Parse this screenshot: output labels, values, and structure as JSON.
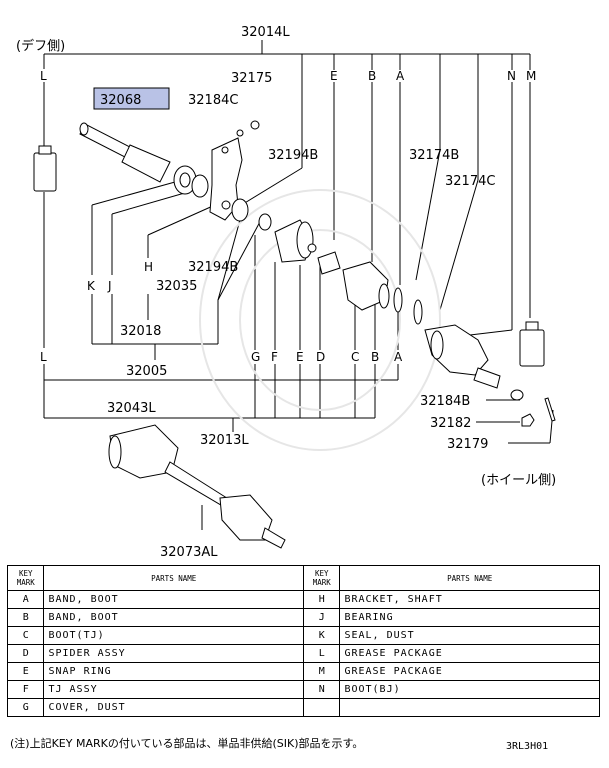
{
  "header": {
    "diff_side": "(デフ側)",
    "wheel_side": "(ホイール側)"
  },
  "callouts": {
    "p32014L": "32014L",
    "p32068": "32068",
    "p32175": "32175",
    "p32184C": "32184C",
    "p32194B_top": "32194B",
    "p32174B": "32174B",
    "p32174C": "32174C",
    "p32194B_mid": "32194B",
    "p32035": "32035",
    "p32018": "32018",
    "p32005": "32005",
    "p32043L": "32043L",
    "p32013L": "32013L",
    "p32184B": "32184B",
    "p32182": "32182",
    "p32179": "32179",
    "p32073AL": "32073AL"
  },
  "letters": {
    "top_L": "L",
    "top_E": "E",
    "top_B": "B",
    "top_A": "A",
    "top_N": "N",
    "top_M": "M",
    "mid_K": "K",
    "mid_J": "J",
    "mid_H": "H",
    "bot_L": "L",
    "bot_G": "G",
    "bot_F": "F",
    "bot_E": "E",
    "bot_D": "D",
    "bot_C": "C",
    "bot_B": "B",
    "bot_A": "A"
  },
  "table": {
    "key_header": "KEY MARK",
    "name_header": "PARTS NAME",
    "rows": [
      {
        "k1": "A",
        "n1": "BAND, BOOT",
        "k2": "H",
        "n2": "BRACKET, SHAFT"
      },
      {
        "k1": "B",
        "n1": "BAND, BOOT",
        "k2": "J",
        "n2": "BEARING"
      },
      {
        "k1": "C",
        "n1": "BOOT(TJ)",
        "k2": "K",
        "n2": "SEAL, DUST"
      },
      {
        "k1": "D",
        "n1": "SPIDER ASSY",
        "k2": "L",
        "n2": "GREASE PACKAGE"
      },
      {
        "k1": "E",
        "n1": "SNAP RING",
        "k2": "M",
        "n2": "GREASE PACKAGE"
      },
      {
        "k1": "F",
        "n1": "TJ ASSY",
        "k2": "N",
        "n2": "BOOT(BJ)"
      },
      {
        "k1": "G",
        "n1": "COVER, DUST",
        "k2": "",
        "n2": ""
      }
    ]
  },
  "footer": {
    "note": "(注)上記KEY MARKの付いている部品は、単品非供給(SIK)部品を示す。",
    "code": "3RL3H01"
  }
}
